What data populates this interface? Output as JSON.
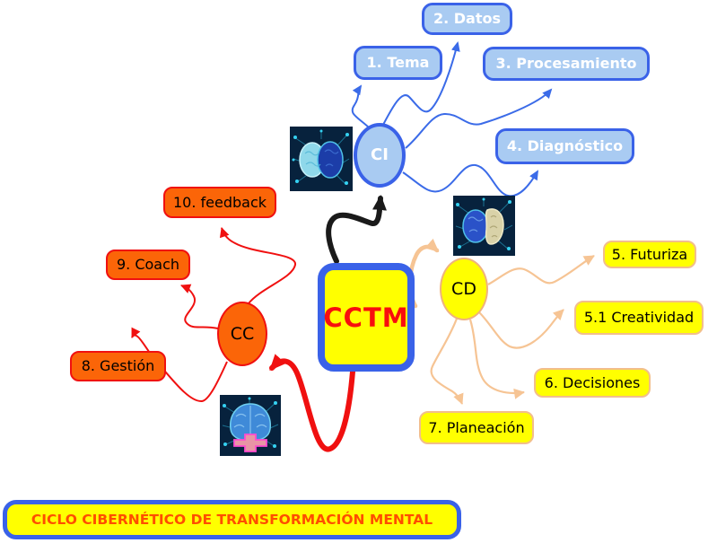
{
  "title": "CICLO CIBERNÉTICO DE TRANSFORMACIÓN MENTAL",
  "center": {
    "label": "CCTM"
  },
  "hubs": {
    "ci": {
      "label": "CI"
    },
    "cd": {
      "label": "CD"
    },
    "cc": {
      "label": "CC"
    }
  },
  "ci_branches": [
    {
      "label": "1. Tema"
    },
    {
      "label": "2. Datos"
    },
    {
      "label": "3. Procesamiento"
    },
    {
      "label": "4. Diagnóstico"
    }
  ],
  "cd_branches": [
    {
      "label": "5. Futuriza"
    },
    {
      "label": "5.1 Creatividad"
    },
    {
      "label": "6. Decisiones"
    },
    {
      "label": "7. Planeación"
    }
  ],
  "cc_branches": [
    {
      "label": "8. Gestión"
    },
    {
      "label": "9. Coach"
    },
    {
      "label": "10. feedback"
    }
  ],
  "icons": {
    "ci_brain": "brain-two-hemispheres-icon",
    "cd_brain": "brain-right-hemisphere-highlight-icon",
    "cc_brain": "brain-with-brainstem-icon"
  },
  "colors": {
    "blue_border": "#3A62E8",
    "light_blue_fill": "#A9CBF2",
    "yellow_fill": "#FFFF00",
    "orange_fill": "#FB6508",
    "red": "#F01010",
    "peach": "#F6C494",
    "black_arrow": "#1A1A1A",
    "title_text": "#FF4E00",
    "center_text": "#F80E0E"
  }
}
